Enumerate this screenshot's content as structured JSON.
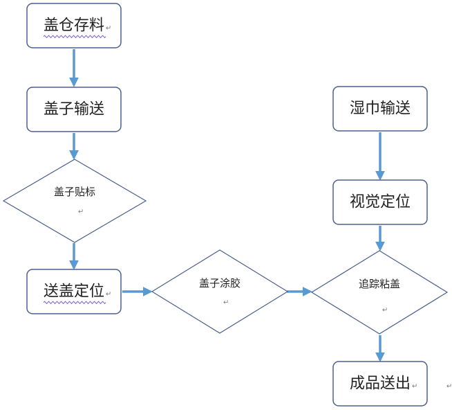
{
  "flowchart": {
    "nodes": [
      {
        "id": "lid-storage",
        "label": "盖仓存料",
        "shape": "process"
      },
      {
        "id": "lid-conveying",
        "label": "盖子输送",
        "shape": "process"
      },
      {
        "id": "lid-labeling",
        "label": "盖子贴标",
        "shape": "decision"
      },
      {
        "id": "lid-feed-positioning",
        "label": "送盖定位",
        "shape": "process"
      },
      {
        "id": "lid-gluing",
        "label": "盖子涂胶",
        "shape": "decision"
      },
      {
        "id": "wipe-conveying",
        "label": "湿巾输送",
        "shape": "process"
      },
      {
        "id": "vision-positioning",
        "label": "视觉定位",
        "shape": "process"
      },
      {
        "id": "tracking-lid-attach",
        "label": "追踪粘盖",
        "shape": "decision"
      },
      {
        "id": "product-output",
        "label": "成品送出",
        "shape": "process"
      }
    ],
    "edges": [
      {
        "from": "lid-storage",
        "to": "lid-conveying"
      },
      {
        "from": "lid-conveying",
        "to": "lid-labeling"
      },
      {
        "from": "lid-labeling",
        "to": "lid-feed-positioning"
      },
      {
        "from": "lid-feed-positioning",
        "to": "lid-gluing"
      },
      {
        "from": "lid-gluing",
        "to": "tracking-lid-attach"
      },
      {
        "from": "wipe-conveying",
        "to": "vision-positioning"
      },
      {
        "from": "vision-positioning",
        "to": "tracking-lid-attach"
      },
      {
        "from": "tracking-lid-attach",
        "to": "product-output"
      }
    ],
    "paragraph_mark": "↵",
    "colors": {
      "node_stroke": "#4a5e8e",
      "arrow": "#5a9ad2",
      "text": "#222222"
    }
  }
}
